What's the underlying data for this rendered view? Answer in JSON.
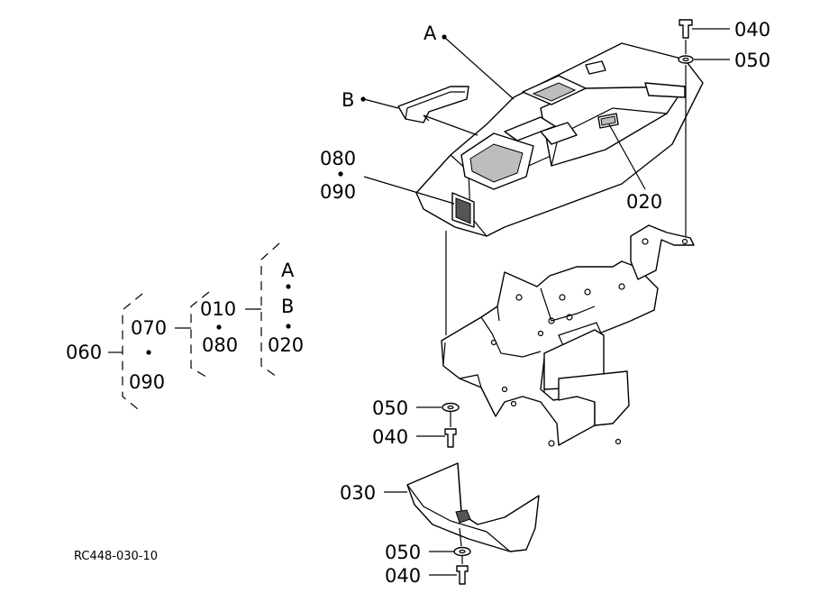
{
  "callouts": {
    "A": "A",
    "B": "B",
    "p040_top": "040",
    "p050_top": "050",
    "p080_top": "080",
    "p090_top": "090",
    "p020_right": "020",
    "p050_mid": "050",
    "p040_mid": "040",
    "p030": "030",
    "p050_bot": "050",
    "p040_bot": "040"
  },
  "legend": {
    "g060": "060",
    "g070": "070",
    "g090": "090",
    "g010": "010",
    "g080": "080",
    "gA": "A",
    "gB": "B",
    "g020": "020"
  },
  "drawing_code": "RC448-030-10"
}
